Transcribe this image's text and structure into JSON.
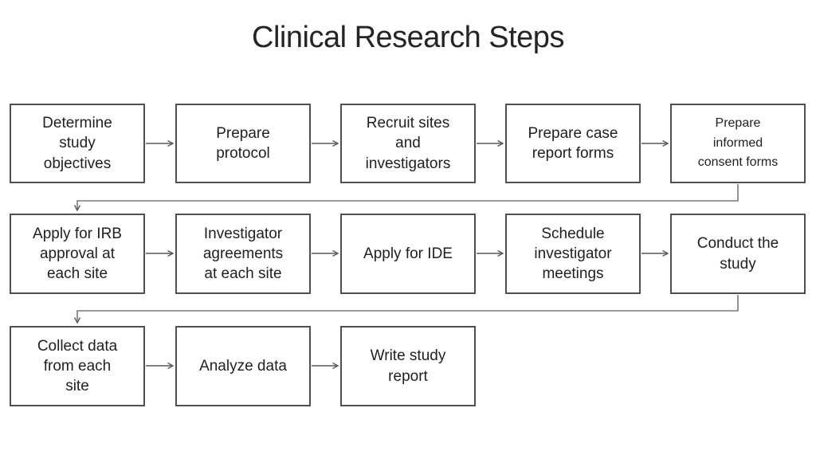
{
  "title": "Clinical Research Steps",
  "flowchart": {
    "rows": [
      {
        "boxes": [
          {
            "label": "Determine\nstudy\nobjectives"
          },
          {
            "label": "Prepare\nprotocol"
          },
          {
            "label": "Recruit sites\nand\ninvestigators"
          },
          {
            "label": "Prepare case\nreport forms"
          },
          {
            "label": "Prepare\ninformed\nconsent forms"
          }
        ]
      },
      {
        "boxes": [
          {
            "label": "Apply for IRB\napproval at\neach site"
          },
          {
            "label": "Investigator\nagreements\nat each site"
          },
          {
            "label": "Apply for IDE"
          },
          {
            "label": "Schedule\ninvestigator\nmeetings"
          },
          {
            "label": "Conduct the\nstudy"
          }
        ]
      },
      {
        "boxes": [
          {
            "label": "Collect data\nfrom each\nsite"
          },
          {
            "label": "Analyze data"
          },
          {
            "label": "Write study\nreport"
          }
        ]
      }
    ],
    "flow_sequence": [
      "Determine study objectives",
      "Prepare protocol",
      "Recruit sites and investigators",
      "Prepare case report forms",
      "Prepare informed consent forms",
      "Apply for IRB approval at each site",
      "Investigator agreements at each site",
      "Apply for IDE",
      "Schedule investigator meetings",
      "Conduct the study",
      "Collect data from each site",
      "Analyze data",
      "Write study report"
    ],
    "colors": {
      "background": "#ffffff",
      "box_border": "#4f4f4f",
      "box_fill": "#ffffff",
      "connector": "#595959",
      "text": "#1f1f1f",
      "title_text": "#242424"
    }
  }
}
